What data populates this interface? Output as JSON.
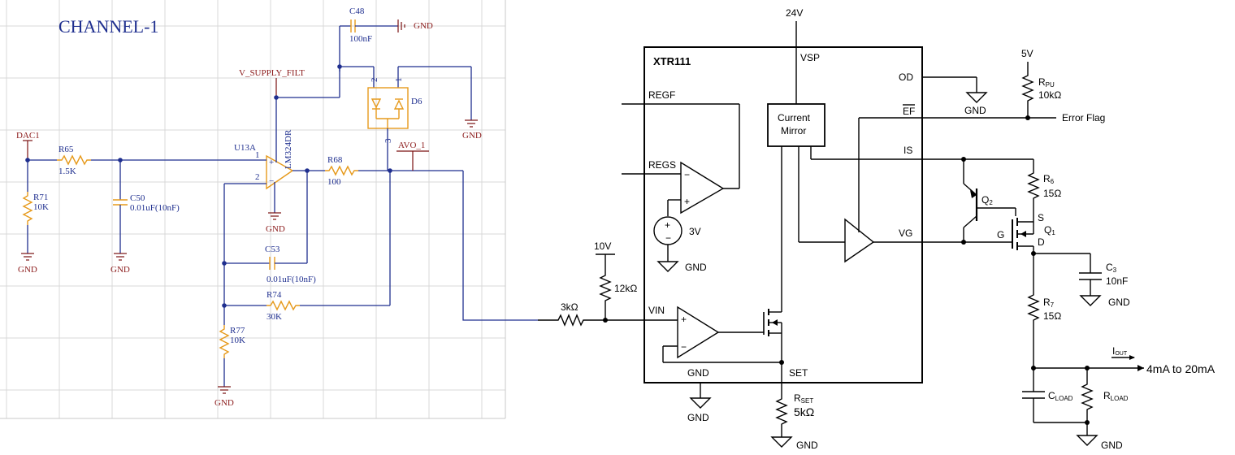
{
  "left_schematic": {
    "title": "CHANNEL-1",
    "nets": {
      "dac": "DAC1",
      "supply": "V_SUPPLY_FILT",
      "output": "AVO_1",
      "gnd": "GND"
    },
    "parts": {
      "r65": {
        "ref": "R65",
        "value": "1.5K"
      },
      "r71": {
        "ref": "R71",
        "value": "10K"
      },
      "c50": {
        "ref": "C50",
        "value": "0.01uF(10nF)"
      },
      "c48": {
        "ref": "C48",
        "value": "100nF"
      },
      "u13": {
        "ref": "U13A",
        "value": "LM324DR"
      },
      "d6": {
        "ref": "D6"
      },
      "r68": {
        "ref": "R68",
        "value": "100"
      },
      "c53": {
        "ref": "C53",
        "value": "0.01uF(10nF)"
      },
      "r74": {
        "ref": "R74",
        "value": "30K"
      },
      "r77": {
        "ref": "R77",
        "value": "10K"
      }
    },
    "pins": {
      "d6_a": "2",
      "d6_b": "1",
      "d6_c": "3",
      "u_p1": "1",
      "u_p2": "2"
    }
  },
  "right_schematic": {
    "chip": "XTR111",
    "supply": "24V",
    "pins": {
      "vsp": "VSP",
      "regf": "REGF",
      "regs": "REGS",
      "od": "OD",
      "ef": "EF",
      "is": "IS",
      "vg": "VG",
      "vin": "VIN",
      "set": "SET",
      "gnd": "GND"
    },
    "current_mirror": [
      "Current",
      "Mirror"
    ],
    "ref_voltage": "3V",
    "v10": "10V",
    "r12k": "12kΩ",
    "r3k": "3kΩ",
    "v5": "5V",
    "rpu": {
      "name": "R",
      "sub": "PU",
      "value": "10kΩ"
    },
    "error_flag": "Error Flag",
    "r6": {
      "name": "R",
      "sub": "6",
      "value": "15Ω"
    },
    "r7": {
      "name": "R",
      "sub": "7",
      "value": "15Ω"
    },
    "q2": {
      "name": "Q",
      "sub": "2"
    },
    "q1": {
      "name": "Q",
      "sub": "1"
    },
    "fet": {
      "s": "S",
      "g": "G",
      "d": "D"
    },
    "c3": {
      "name": "C",
      "sub": "3",
      "value": "10nF"
    },
    "rset": {
      "name": "R",
      "sub": "SET",
      "value": "5kΩ"
    },
    "iout": {
      "name": "I",
      "sub": "OUT"
    },
    "range": "4mA to 20mA",
    "cload": {
      "name": "C",
      "sub": "LOAD"
    },
    "rload": {
      "name": "R",
      "sub": "LOAD"
    },
    "gnd": "GND"
  }
}
